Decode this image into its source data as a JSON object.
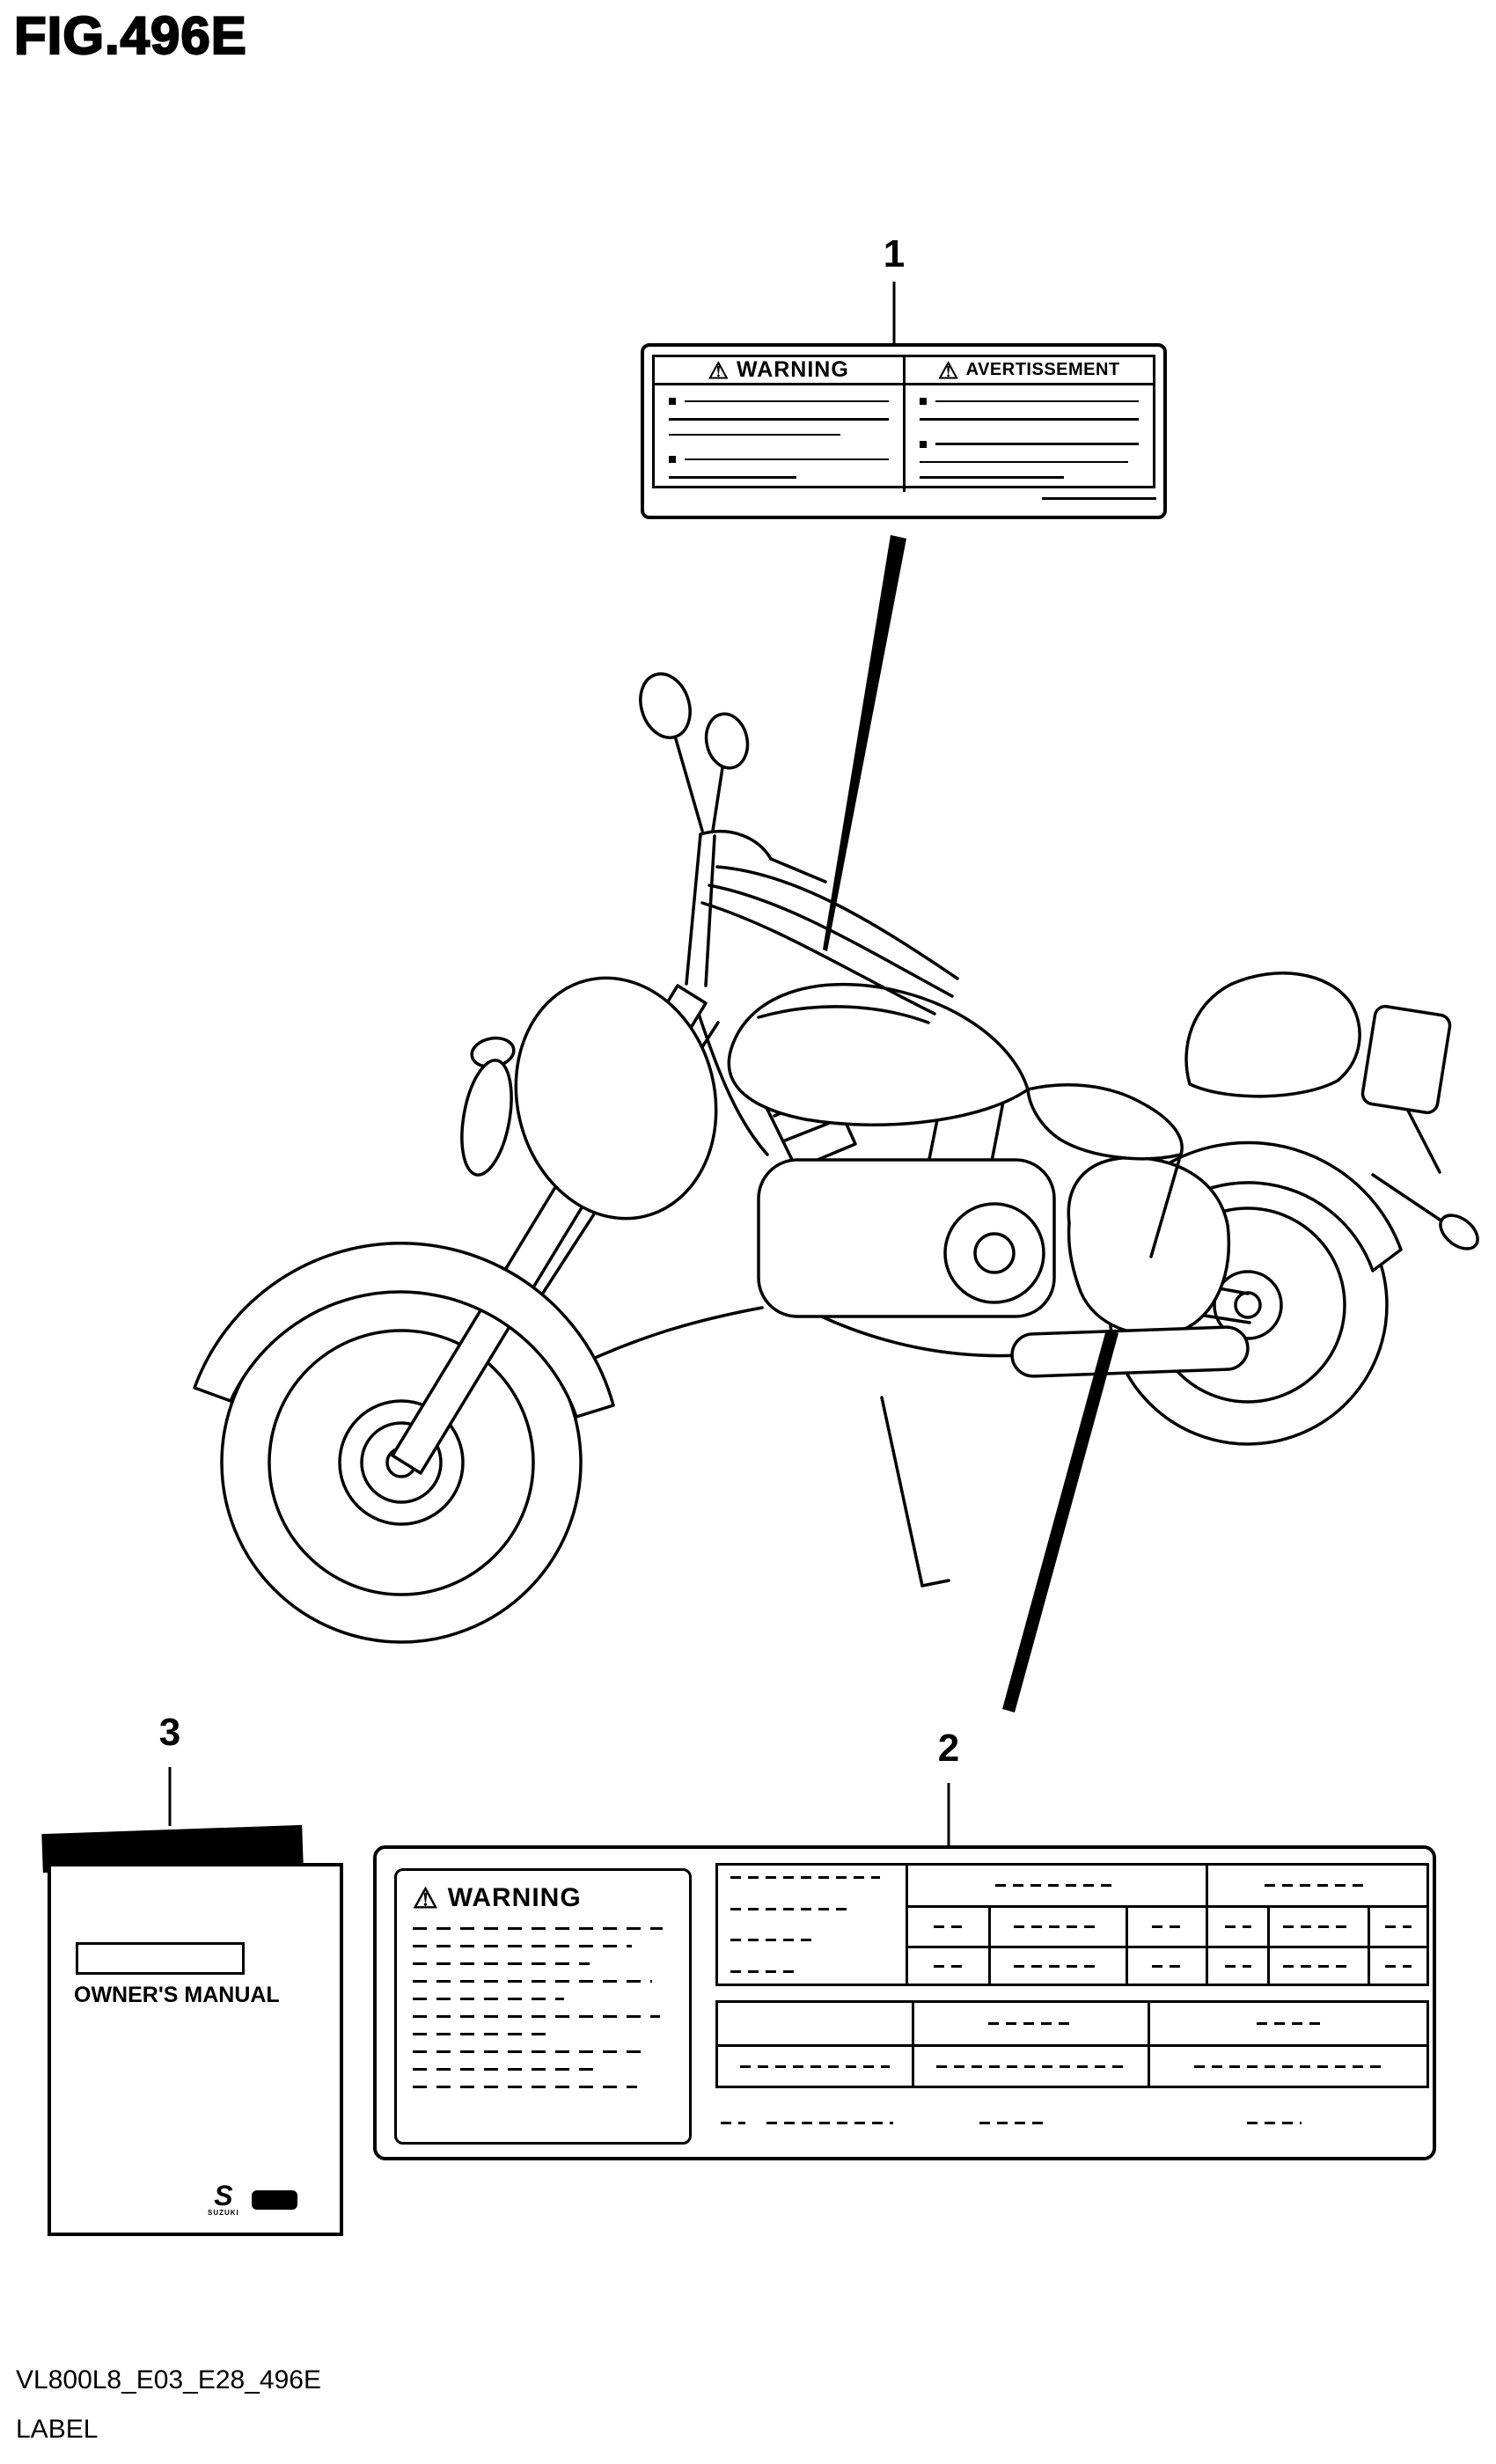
{
  "page": {
    "title": "FIG.496E",
    "footer_code": "VL800L8_E03_E28_496E",
    "footer_label": "LABEL",
    "background_color": "#ffffff",
    "line_color": "#000000"
  },
  "icons": {
    "warning_triangle": "⚠"
  },
  "callouts": {
    "callout1": "1",
    "callout2": "2",
    "callout3": "3"
  },
  "labels": {
    "handlebar_warning": {
      "heading_en": "WARNING",
      "heading_fr": "AVERTISSEMENT"
    },
    "tire_information": {
      "heading": "WARNING"
    },
    "owners_manual": {
      "title": "OWNER'S MANUAL",
      "brand_initial": "S",
      "brand": "SUZUKI"
    }
  }
}
